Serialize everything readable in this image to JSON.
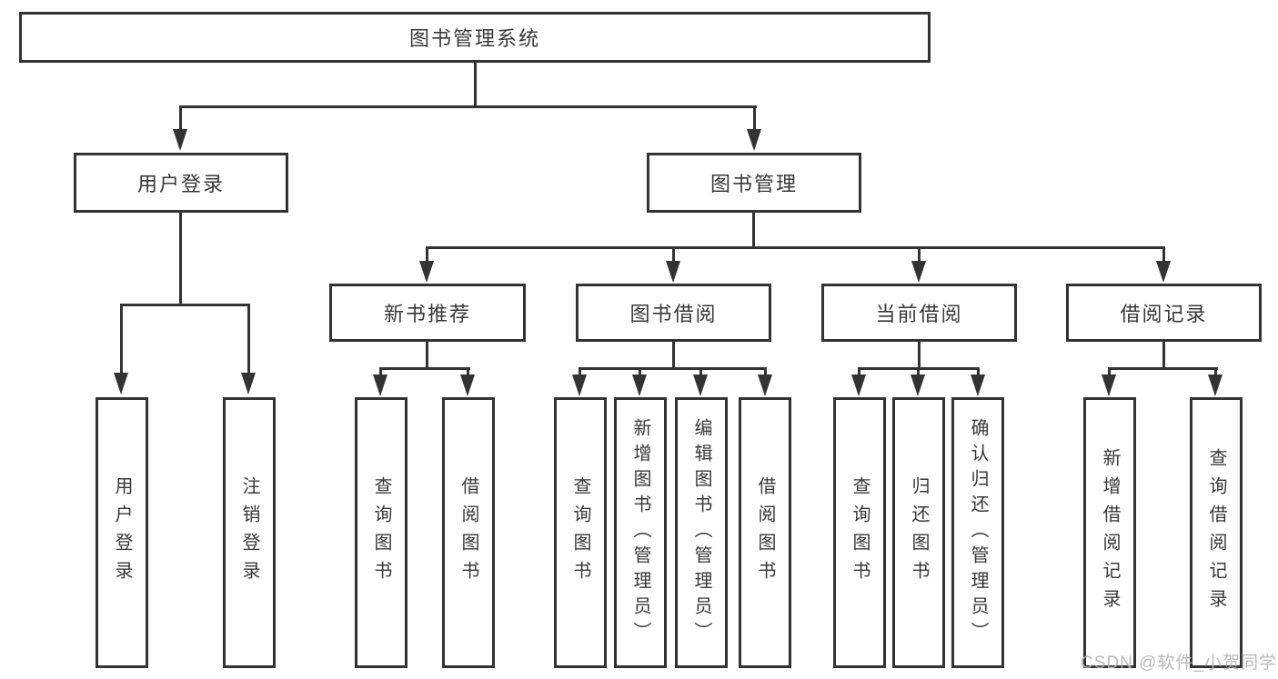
{
  "diagram": {
    "title": "图书管理系统",
    "root": {
      "label": "图书管理系统"
    },
    "level2": {
      "user_login": {
        "label": "用户登录"
      },
      "book_mgmt": {
        "label": "图书管理"
      }
    },
    "level3": {
      "new_book": {
        "label": "新书推荐"
      },
      "book_borrow": {
        "label": "图书借阅"
      },
      "current_borrow": {
        "label": "当前借阅"
      },
      "borrow_record": {
        "label": "借阅记录"
      }
    },
    "leaves": {
      "user": [
        "用户登录",
        "注销登录"
      ],
      "new_book": [
        "查询图书",
        "借阅图书"
      ],
      "book_borrow": [
        "查询图书",
        "新增图书（管理员）",
        "编辑图书（管理员）",
        "借阅图书"
      ],
      "current_borrow": [
        "查询图书",
        "归还图书",
        "确认归还（管理员）"
      ],
      "borrow_record": [
        "新增借阅记录",
        "查询借阅记录"
      ]
    }
  },
  "watermark": {
    "text": "CSDN @软件_小贺同学"
  },
  "colors": {
    "line": "#333333",
    "text": "#383838",
    "watermark": "#b3b3b3",
    "background": "#ffffff"
  }
}
